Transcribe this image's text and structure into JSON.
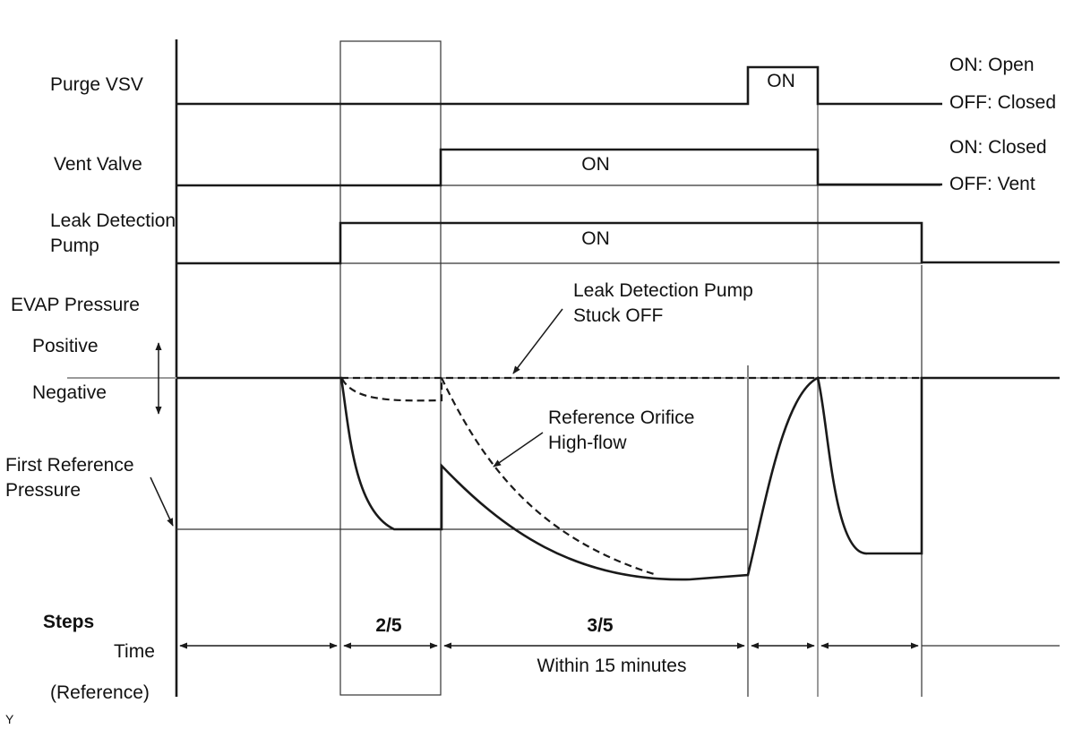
{
  "signals": {
    "purge_vsv": "Purge VSV",
    "vent_valve": "Vent Valve",
    "pump_line1": "Leak Detection",
    "pump_line2": "Pump",
    "evap_pressure": "EVAP Pressure",
    "positive": "Positive",
    "negative": "Negative",
    "first_ref_line1": "First Reference",
    "first_ref_line2": "Pressure"
  },
  "states": {
    "purge_on": "ON: Open",
    "purge_off": "OFF: Closed",
    "vent_on": "ON: Closed",
    "vent_off": "OFF: Vent",
    "on_purge": "ON",
    "on_vent": "ON",
    "on_pump": "ON"
  },
  "annotations": {
    "stuck_line1": "Leak Detection Pump",
    "stuck_line2": "Stuck OFF",
    "orifice_line1": "Reference Orifice",
    "orifice_line2": "High-flow"
  },
  "footer": {
    "steps": "Steps",
    "time": "Time",
    "reference": "(Reference)",
    "step_2": "2/5",
    "step_3": "3/5",
    "within": "Within 15 minutes",
    "corner_mark": "Y"
  }
}
